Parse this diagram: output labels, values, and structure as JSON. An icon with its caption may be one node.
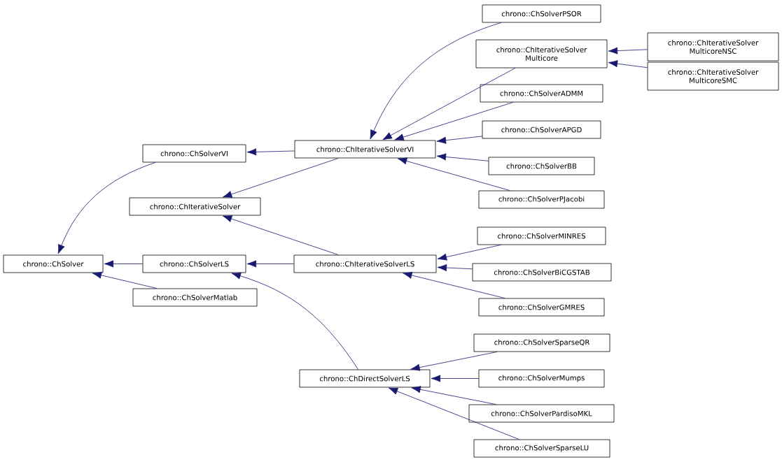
{
  "diagram": {
    "nodes": [
      {
        "text": [
          "chrono::ChSolver"
        ]
      },
      {
        "text": [
          "chrono::ChSolverVI"
        ]
      },
      {
        "text": [
          "chrono::ChIterativeSolver"
        ]
      },
      {
        "text": [
          "chrono::ChSolverLS"
        ]
      },
      {
        "text": [
          "chrono::ChSolverMatlab"
        ]
      },
      {
        "text": [
          "chrono::ChIterativeSolverVI"
        ]
      },
      {
        "text": [
          "chrono::ChIterativeSolverLS"
        ]
      },
      {
        "text": [
          "chrono::ChDirectSolverLS"
        ]
      },
      {
        "text": [
          "chrono::ChSolverPSOR"
        ]
      },
      {
        "text": [
          "chrono::ChIterativeSolver Multicore"
        ]
      },
      {
        "text": [
          "chrono::ChSolverADMM"
        ]
      },
      {
        "text": [
          "chrono::ChSolverAPGD"
        ]
      },
      {
        "text": [
          "chrono::ChSolverBB"
        ]
      },
      {
        "text": [
          "chrono::ChSolverPJacobi"
        ]
      },
      {
        "text": [
          "chrono::ChSolverMINRES"
        ]
      },
      {
        "text": [
          "chrono::ChSolverBiCGSTAB"
        ]
      },
      {
        "text": [
          "chrono::ChSolverGMRES"
        ]
      },
      {
        "text": [
          "chrono::ChSolverSparseQR"
        ]
      },
      {
        "text": [
          "chrono::ChSolverMumps"
        ]
      },
      {
        "text": [
          "chrono::ChSolverPardisoMKL"
        ]
      },
      {
        "text": [
          "chrono::ChSolverSparseLU"
        ]
      },
      {
        "text": [
          "chrono::ChIterativeSolver MulticoreNSC"
        ]
      },
      {
        "text": [
          "chrono::ChIterativeSolver MulticoreSMC"
        ]
      }
    ],
    "edges": [
      {
        "from": 1,
        "to": 0,
        "arrow": "to"
      },
      {
        "from": 3,
        "to": 0,
        "arrow": "to"
      },
      {
        "from": 4,
        "to": 0,
        "arrow": "to"
      },
      {
        "from": 5,
        "to": 1,
        "arrow": "to"
      },
      {
        "from": 5,
        "to": 2,
        "arrow": "to"
      },
      {
        "from": 6,
        "to": 2,
        "arrow": "to"
      },
      {
        "from": 6,
        "to": 3,
        "arrow": "to"
      },
      {
        "from": 7,
        "to": 3,
        "arrow": "to"
      },
      {
        "from": 8,
        "to": 5,
        "arrow": "to"
      },
      {
        "from": 9,
        "to": 5,
        "arrow": "to"
      },
      {
        "from": 10,
        "to": 5,
        "arrow": "to"
      },
      {
        "from": 11,
        "to": 5,
        "arrow": "to"
      },
      {
        "from": 12,
        "to": 5,
        "arrow": "to"
      },
      {
        "from": 13,
        "to": 5,
        "arrow": "to"
      },
      {
        "from": 14,
        "to": 6,
        "arrow": "to"
      },
      {
        "from": 15,
        "to": 6,
        "arrow": "to"
      },
      {
        "from": 16,
        "to": 6,
        "arrow": "to"
      },
      {
        "from": 17,
        "to": 7,
        "arrow": "to"
      },
      {
        "from": 18,
        "to": 7,
        "arrow": "to"
      },
      {
        "from": 19,
        "to": 7,
        "arrow": "to"
      },
      {
        "from": 20,
        "to": 7,
        "arrow": "to"
      },
      {
        "from": 21,
        "to": 9,
        "arrow": "to"
      },
      {
        "from": 22,
        "to": 9,
        "arrow": "to"
      }
    ]
  }
}
